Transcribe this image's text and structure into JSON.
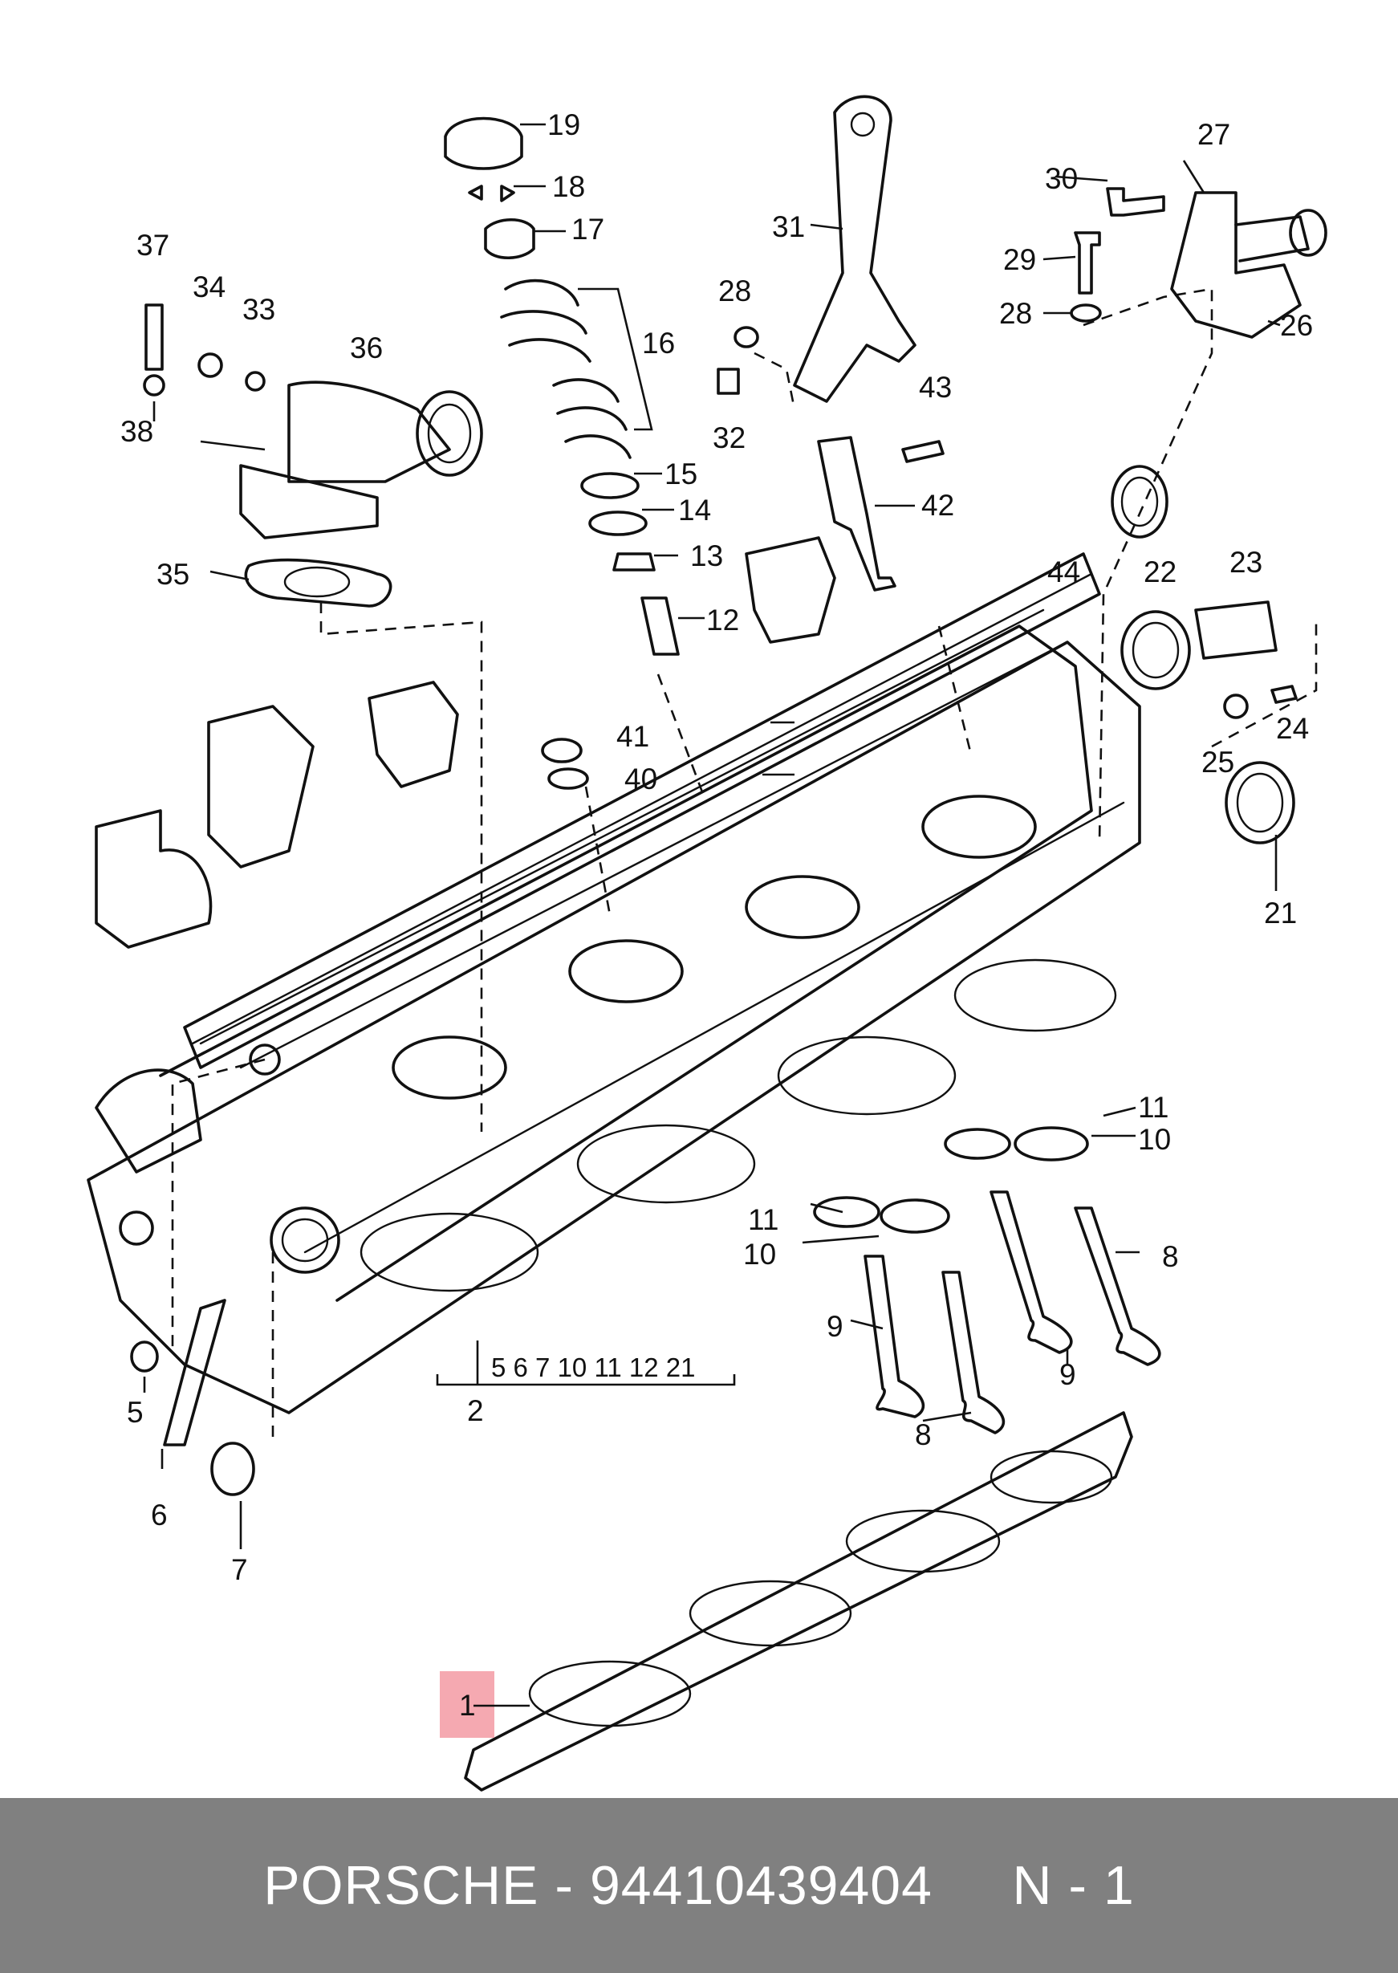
{
  "diagram": {
    "callouts": {
      "c1": "1",
      "c2": "2",
      "c5": "5",
      "c6": "6",
      "c7": "7",
      "c8a": "8",
      "c8b": "8",
      "c9a": "9",
      "c9b": "9",
      "c10a": "10",
      "c10b": "10",
      "c11a": "11",
      "c11b": "11",
      "c12": "12",
      "c13": "13",
      "c14": "14",
      "c15": "15",
      "c16": "16",
      "c17": "17",
      "c18": "18",
      "c19": "19",
      "c21": "21",
      "c22": "22",
      "c23": "23",
      "c24": "24",
      "c25": "25",
      "c26": "26",
      "c27": "27",
      "c28a": "28",
      "c28b": "28",
      "c29": "29",
      "c30": "30",
      "c31": "31",
      "c32": "32",
      "c33": "33",
      "c34": "34",
      "c35": "35",
      "c36": "36",
      "c37": "37",
      "c38": "38",
      "c40": "40",
      "c41": "41",
      "c42": "42",
      "c43": "43",
      "c44": "44"
    },
    "group_label": "5  6  7  10 11 12 21",
    "highlight_color": "#f4a0a8"
  },
  "footer": {
    "text": "PORSCHE - 94410439404     N - 1",
    "background": "#808080",
    "color": "#ffffff"
  }
}
